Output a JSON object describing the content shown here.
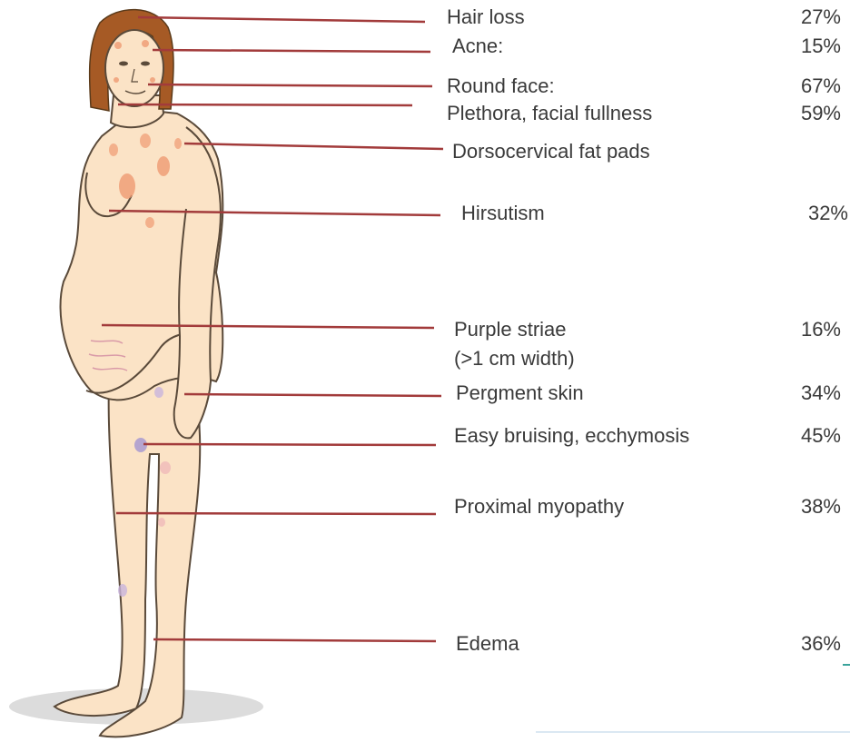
{
  "features": [
    {
      "label": "Hair loss",
      "percent": "27%"
    },
    {
      "label": "Acne:",
      "percent": "15%"
    },
    {
      "label": "Round face:",
      "percent": "67%"
    },
    {
      "label": "Plethora, facial fullness",
      "percent": "59%"
    },
    {
      "label": "Dorsocervical fat pads",
      "percent": ""
    },
    {
      "label": "Hirsutism",
      "percent": "32%"
    },
    {
      "label": "Purple striae",
      "label2": "(>1 cm width)",
      "percent": "16%"
    },
    {
      "label": "Pergment skin",
      "percent": "34%"
    },
    {
      "label": "Easy bruising, ecchymosis",
      "percent": "45%"
    },
    {
      "label": "Proximal myopathy",
      "percent": "38%"
    },
    {
      "label": "Edema",
      "percent": "36%"
    }
  ],
  "colors": {
    "leader_line": "#a23b3b",
    "skin": "#fbe3c6",
    "skin_outline": "#5a4a3a",
    "hair": "#a65a25",
    "lesion": "#ef9a72",
    "bruise": "#a89ad0",
    "shadow": "#d9d9d9",
    "text": "#3a3a3a"
  }
}
